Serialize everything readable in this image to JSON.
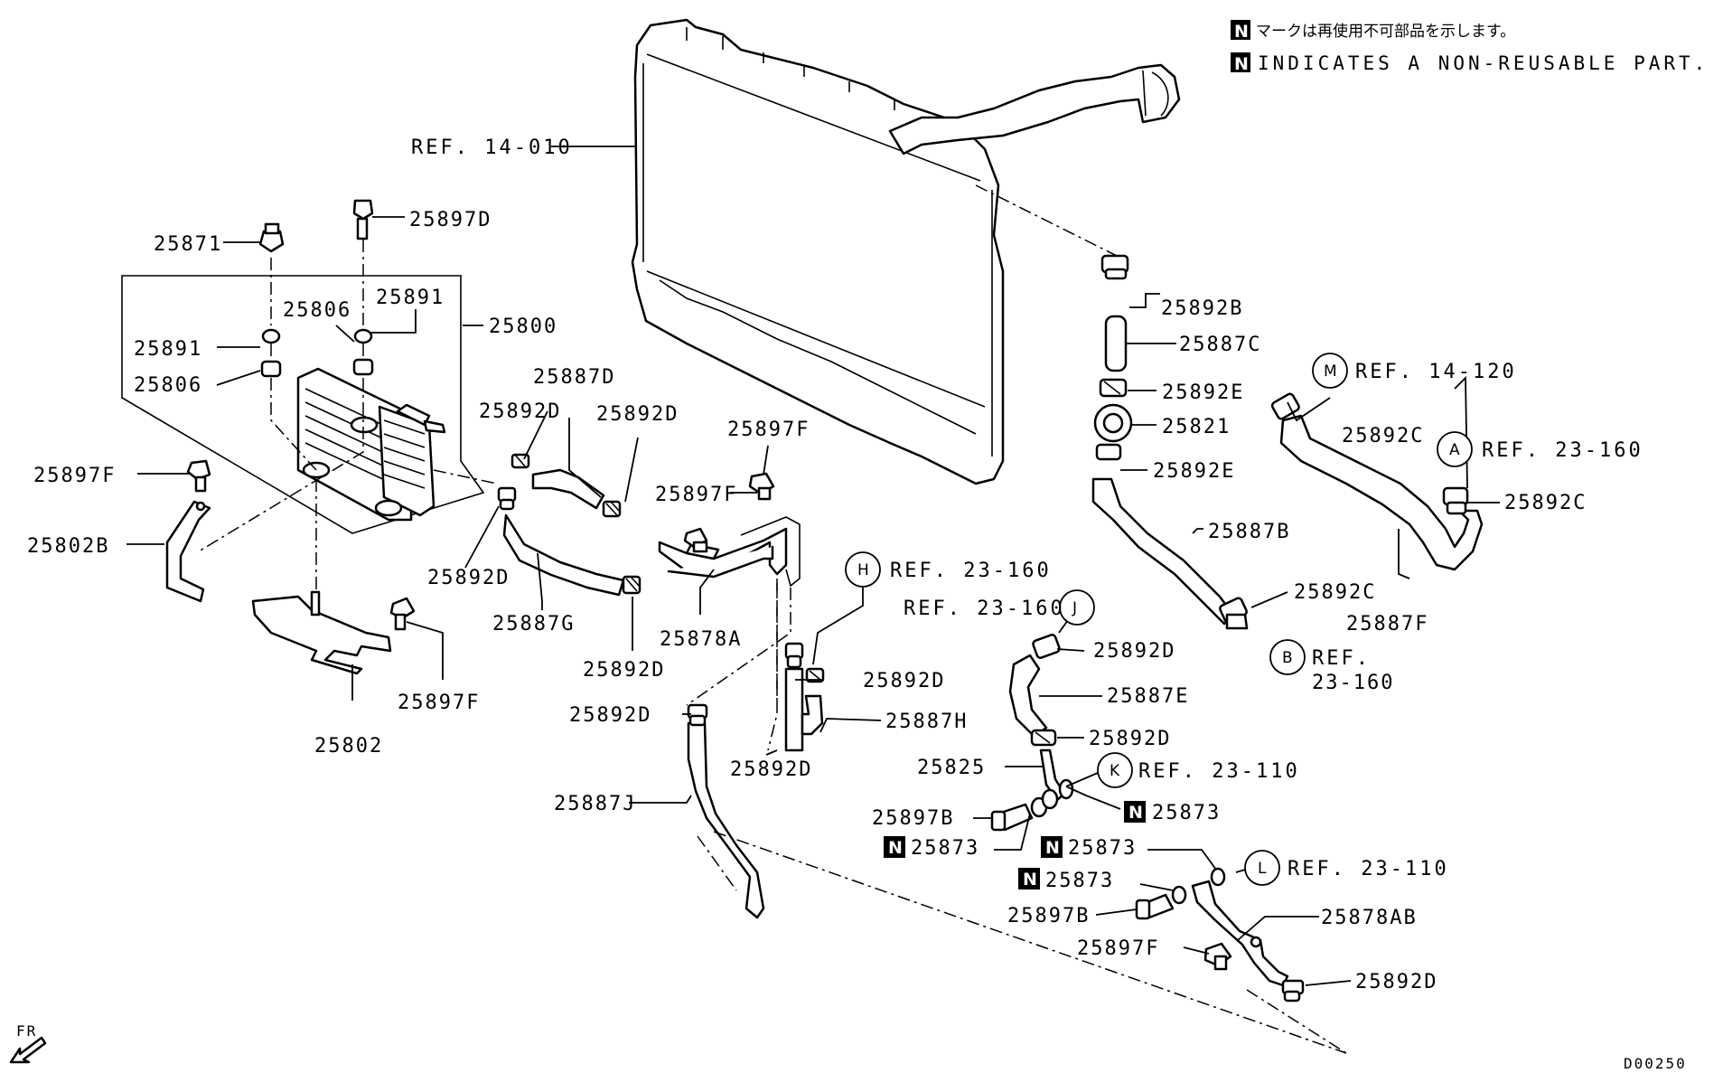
{
  "notes": {
    "jp": "マークは再使用不可部品を示します。",
    "en": "INDICATES A NON-REUSABLE PART.",
    "badge": "N"
  },
  "drawing_id": "D00250",
  "front_marker": "FR",
  "labels": {
    "ref_14_010": "REF. 14-010",
    "p25897D": "25897D",
    "p25871": "25871",
    "p25891_a": "25891",
    "p25806_a": "25806",
    "p25800": "25800",
    "p25891_b": "25891",
    "p25806_b": "25806",
    "p25897F_a": "25897F",
    "p25802B": "25802B",
    "p25802": "25802",
    "p25897F_b": "25897F",
    "p25887D": "25887D",
    "p25892D_a": "25892D",
    "p25892D_b": "25892D",
    "p25897F_c": "25897F",
    "p25897F_d": "25897F",
    "p25892D_c": "25892D",
    "p25887G": "25887G",
    "p25878A": "25878A",
    "p25892D_d": "25892D",
    "ref_h": "REF. 23-160",
    "p25892D_e": "25892D",
    "p25892D_f": "25892D",
    "p25887H": "25887H",
    "p25892D_g": "25892D",
    "p25887J": "25887J",
    "p25892B": "25892B",
    "p25887C": "25887C",
    "p25892E_a": "25892E",
    "p25821": "25821",
    "p25892E_b": "25892E",
    "p25887B": "25887B",
    "p25892C_a": "25892C",
    "ref_b_1": "REF.",
    "ref_b_2": "23-160",
    "ref_m": "REF. 14-120",
    "p25892C_b": "25892C",
    "ref_a": "REF. 23-160",
    "p25892C_c": "25892C",
    "p25887F": "25887F",
    "ref_j": "REF. 23-160",
    "p25892D_h": "25892D",
    "p25887E": "25887E",
    "p25892D_i": "25892D",
    "p25825": "25825",
    "ref_k": "REF. 23-110",
    "p25897B_a": "25897B",
    "p25873_a": "25873",
    "p25873_b": "25873",
    "p25873_c": "25873",
    "ref_l": "REF. 23-110",
    "p25873_d": "25873",
    "p25897B_b": "25897B",
    "p25878AB": "25878AB",
    "p25897F_e": "25897F",
    "p25892D_j": "25892D"
  },
  "circle_letters": {
    "h": "H",
    "j": "J",
    "m": "M",
    "a": "A",
    "b": "B",
    "k": "K",
    "l": "L"
  }
}
